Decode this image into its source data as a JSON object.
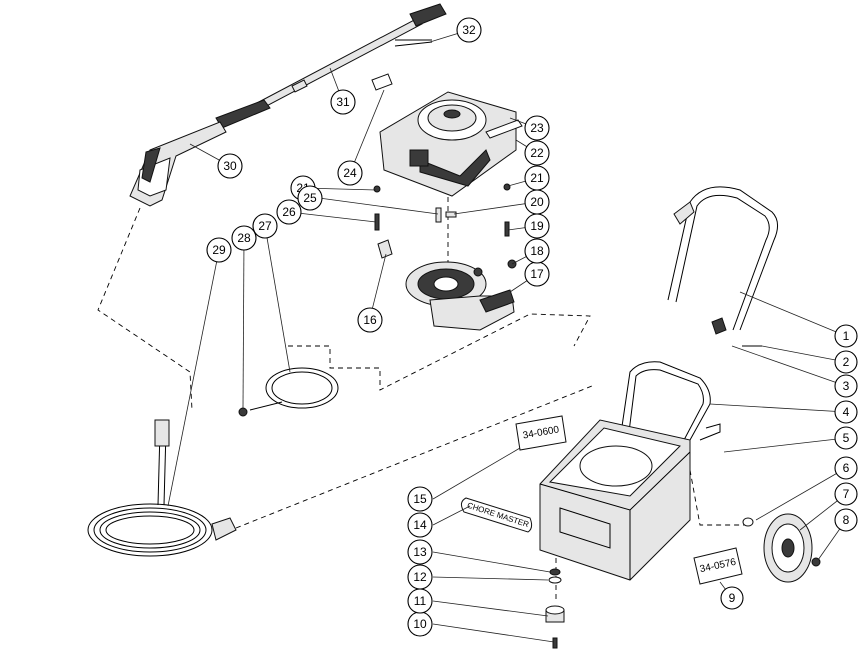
{
  "diagram": {
    "callouts": [
      {
        "id": "1",
        "text": "1"
      },
      {
        "id": "2",
        "text": "2"
      },
      {
        "id": "3",
        "text": "3"
      },
      {
        "id": "4",
        "text": "4"
      },
      {
        "id": "5",
        "text": "5"
      },
      {
        "id": "6",
        "text": "6"
      },
      {
        "id": "7",
        "text": "7"
      },
      {
        "id": "8",
        "text": "8"
      },
      {
        "id": "9",
        "text": "9"
      },
      {
        "id": "10",
        "text": "10"
      },
      {
        "id": "11",
        "text": "11"
      },
      {
        "id": "12",
        "text": "12"
      },
      {
        "id": "13",
        "text": "13"
      },
      {
        "id": "14",
        "text": "14"
      },
      {
        "id": "15",
        "text": "15"
      },
      {
        "id": "16",
        "text": "16"
      },
      {
        "id": "17",
        "text": "17"
      },
      {
        "id": "18",
        "text": "18"
      },
      {
        "id": "19",
        "text": "19"
      },
      {
        "id": "20",
        "text": "20"
      },
      {
        "id": "21a",
        "text": "21"
      },
      {
        "id": "21b",
        "text": "21"
      },
      {
        "id": "22",
        "text": "22"
      },
      {
        "id": "23",
        "text": "23"
      },
      {
        "id": "24",
        "text": "24"
      },
      {
        "id": "25",
        "text": "25"
      },
      {
        "id": "26",
        "text": "26"
      },
      {
        "id": "27",
        "text": "27"
      },
      {
        "id": "28",
        "text": "28"
      },
      {
        "id": "29",
        "text": "29"
      },
      {
        "id": "30",
        "text": "30"
      },
      {
        "id": "31",
        "text": "31"
      },
      {
        "id": "32",
        "text": "32"
      }
    ],
    "labels": {
      "decal_model": "34-0600",
      "decal_brand": "CHORE MASTER",
      "decal_serial": "34-0576"
    }
  }
}
